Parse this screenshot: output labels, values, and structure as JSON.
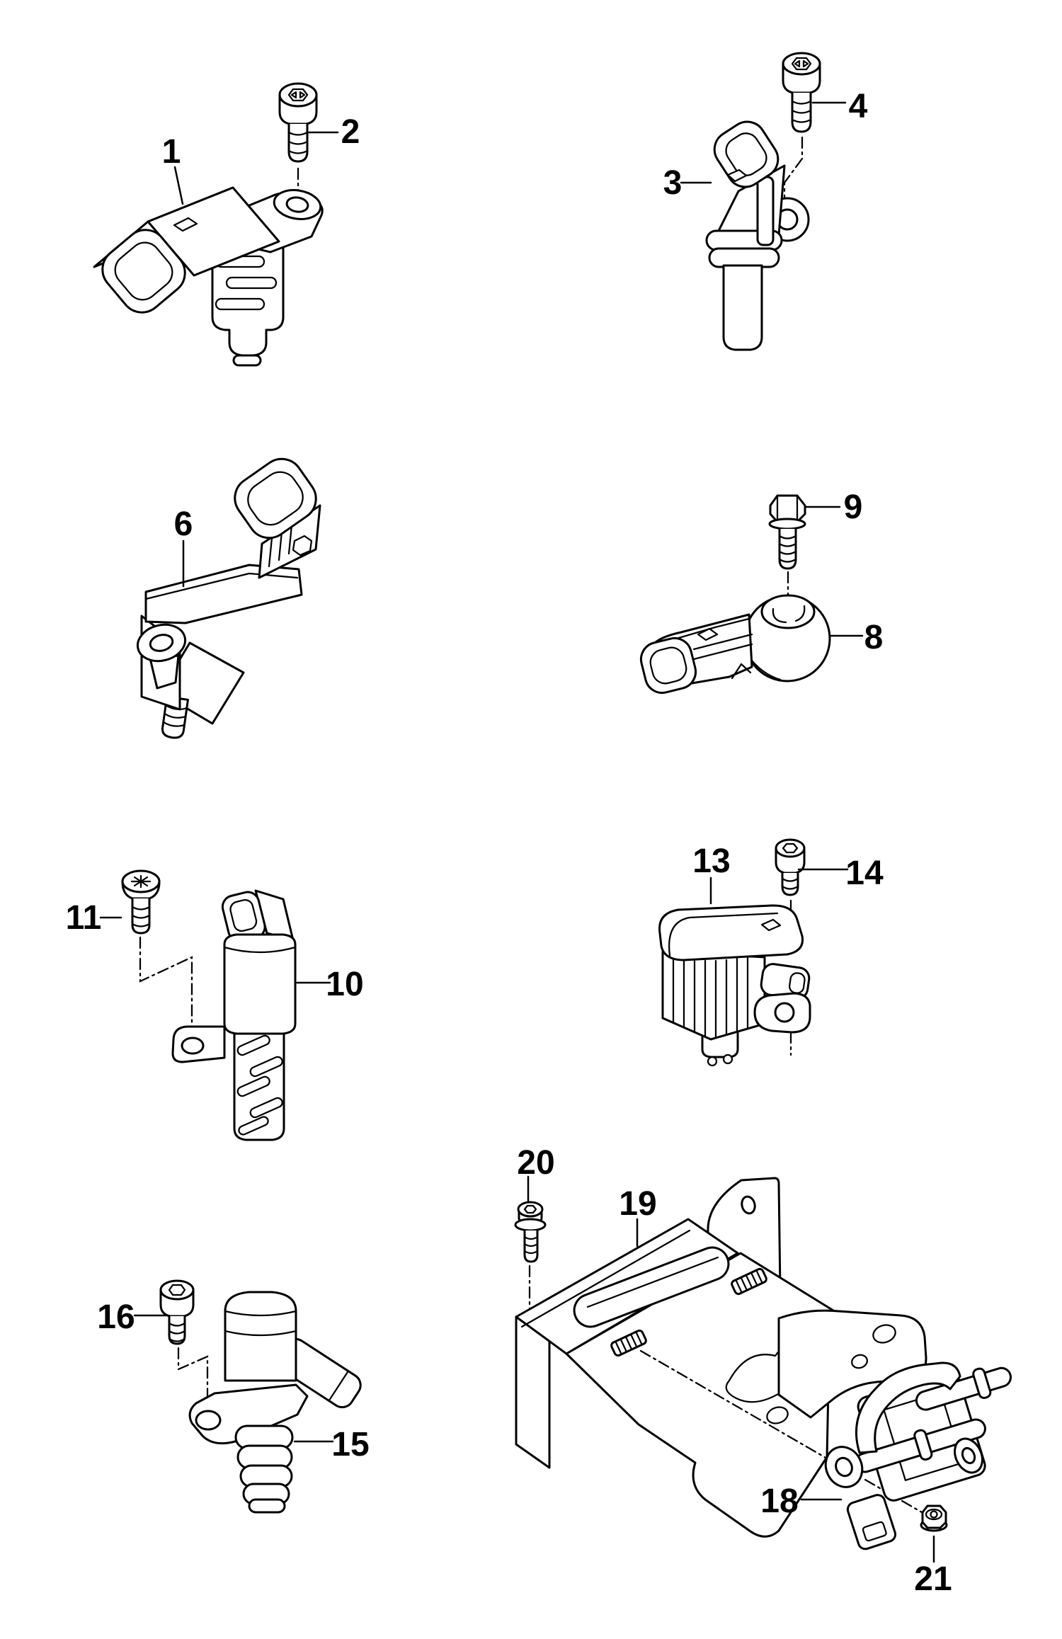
{
  "diagram": {
    "background_color": "#ffffff",
    "line_color": "#000000",
    "callouts": [
      {
        "number": "1",
        "part": "camshaft-position-sensor"
      },
      {
        "number": "2",
        "part": "socket-head-cap-screw"
      },
      {
        "number": "3",
        "part": "engine-speed-sensor"
      },
      {
        "number": "4",
        "part": "socket-head-cap-screw"
      },
      {
        "number": "6",
        "part": "position-sensor-with-bracket"
      },
      {
        "number": "8",
        "part": "knock-sensor"
      },
      {
        "number": "9",
        "part": "hex-head-bolt"
      },
      {
        "number": "10",
        "part": "camshaft-adjustment-valve"
      },
      {
        "number": "11",
        "part": "oval-head-screw"
      },
      {
        "number": "13",
        "part": "oil-level-sensor"
      },
      {
        "number": "14",
        "part": "socket-head-cap-screw"
      },
      {
        "number": "15",
        "part": "solenoid-valve"
      },
      {
        "number": "16",
        "part": "socket-head-cap-screw"
      },
      {
        "number": "18",
        "part": "pressure-sensor"
      },
      {
        "number": "19",
        "part": "mounting-bracket"
      },
      {
        "number": "20",
        "part": "socket-head-screw-with-washer"
      },
      {
        "number": "21",
        "part": "hex-flange-nut"
      }
    ]
  }
}
